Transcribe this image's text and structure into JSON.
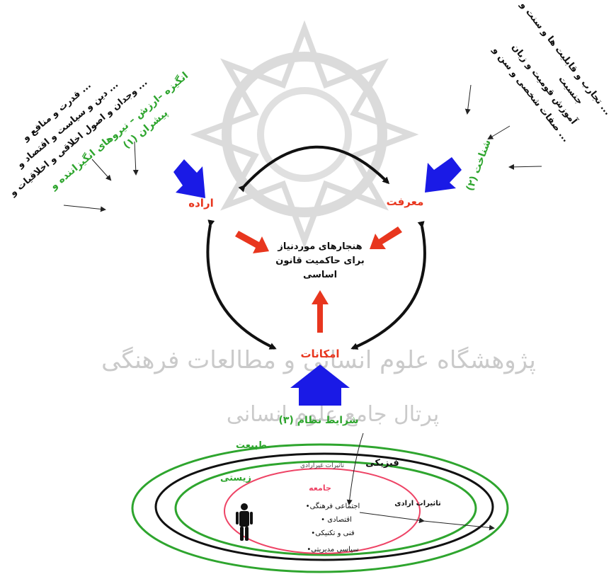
{
  "center": {
    "line1": "هنجارهای موردنیاز",
    "line2": "برای حاکمیت قانون",
    "line3": "اساسی"
  },
  "nodes": {
    "will": "اراده",
    "knowledge": "معرفت",
    "possibilities": "امکانات"
  },
  "left_group": {
    "title_line1": "انگیزه –ارزش – نیروهای انگیزاننده و",
    "title_line2": "پیشران (۱)",
    "item1": "قدرت و منافع و ...",
    "item2": "دین و سیاست و اقتصاد و ...",
    "item3": "وجدان و اصول اخلاقی و اخلاقیات و ..."
  },
  "right_group": {
    "title": "شناخت (۲)",
    "item1": "تجارب و قابلیت ها و سنت و ...",
    "item1b": "جنسیت",
    "item2": "آموزش  قومیت و زبان",
    "item3": "صفات شخصی و سن و ..."
  },
  "bottom_group": {
    "title": "شرایط نظام (۳)",
    "nature": "طبیعت",
    "physical": "فیزیکی",
    "biological": "زیستی",
    "society": "جامعه",
    "involuntary": "تاثیرات غیرارادی",
    "voluntary": "تاثیرات ارادی",
    "bullet1": "•اجتماعی فرهنگی",
    "bullet2": "• اقتصادی",
    "bullet3": "•فنی و تکنیکی",
    "bullet4": "•سیاسی مدیریتی"
  },
  "watermark": {
    "line1": "پژوهشگاه علوم انسانی و مطالعات فرهنگی",
    "line2": "پرتال جامع علوم انسانی"
  },
  "colors": {
    "red": "#e8361e",
    "green": "#2ea52e",
    "blue": "#1a1ae6",
    "black": "#111111",
    "pink": "#ee4466",
    "watermark": "#c8c8c8"
  }
}
